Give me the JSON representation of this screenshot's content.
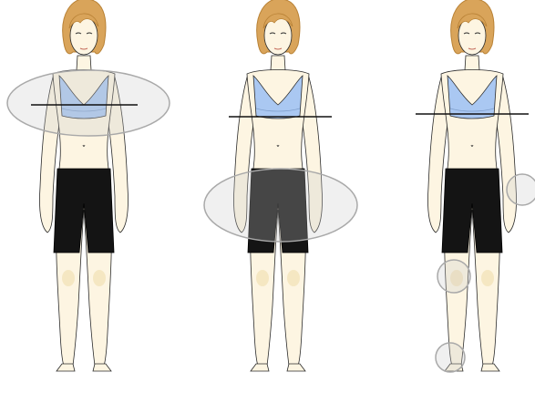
{
  "colors": {
    "background": "#ffffff",
    "skin": "#fdf5e2",
    "skin_shade": "#f4e6bf",
    "outline": "#2b2b2b",
    "hair": "#d9a45a",
    "hair_dark": "#b98236",
    "bra": "#aac8f2",
    "shorts": "#141414",
    "highlight_fill": "rgba(200,200,200,0.28)",
    "highlight_stroke": "#a9a9a9",
    "measure_line": "#111111"
  },
  "figures": [
    {
      "name": "figure-shoulder-width",
      "highlights": [
        "shoulder-width-ellipse"
      ],
      "has_measure_line": true
    },
    {
      "name": "figure-hip-width",
      "highlights": [
        "hip-width-ellipse"
      ],
      "has_measure_line": true
    },
    {
      "name": "figure-joints",
      "highlights": [
        "wrist-circle",
        "knee-circle",
        "ankle-circle"
      ],
      "has_measure_line": true
    }
  ]
}
